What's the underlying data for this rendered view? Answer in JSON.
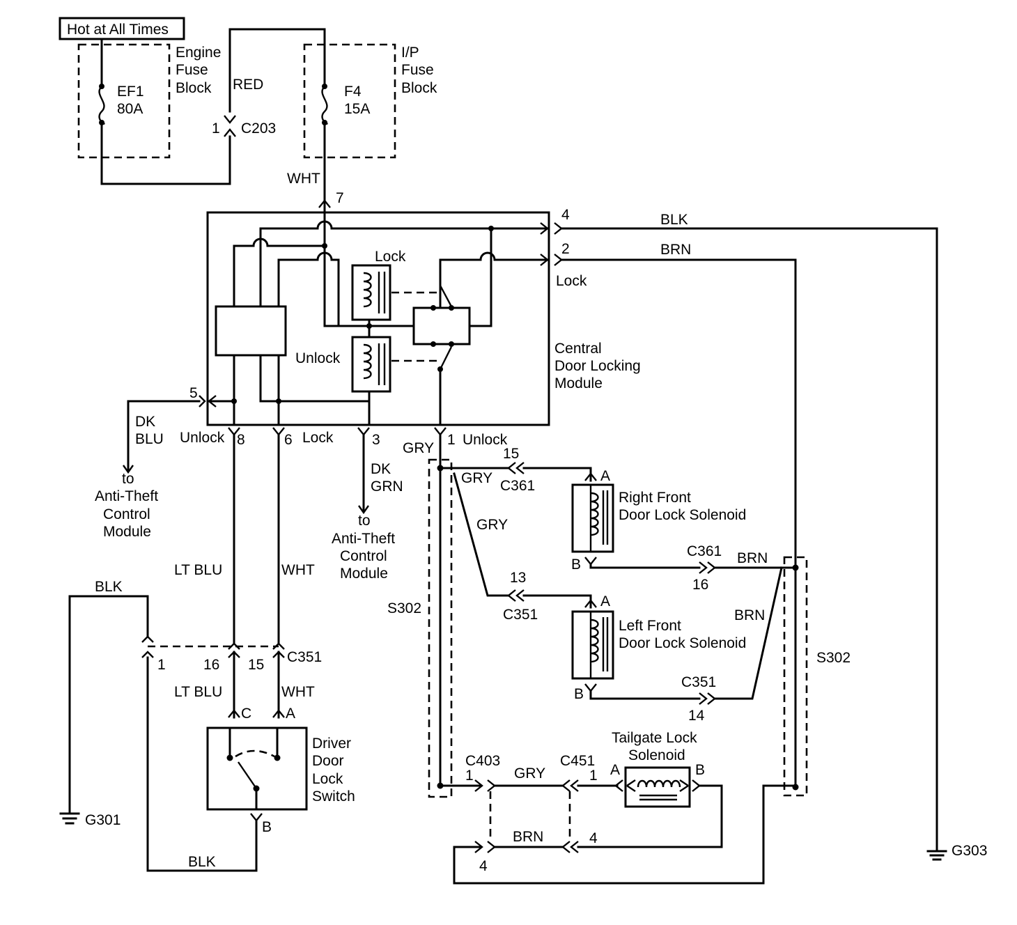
{
  "diagram": {
    "supply_label": "Hot at All Times",
    "engine_fuse_block": {
      "line1": "Engine",
      "line2": "Fuse",
      "line3": "Block",
      "fuse_name": "EF1",
      "fuse_rating": "80A"
    },
    "ip_fuse_block": {
      "line1": "I/P",
      "line2": "Fuse",
      "line3": "Block",
      "fuse_name": "F4",
      "fuse_rating": "15A"
    },
    "c203": {
      "pin": "1",
      "name": "C203"
    },
    "wires": {
      "red": "RED",
      "wht_feed": "WHT",
      "blk_out": "BLK",
      "brn_out": "BRN",
      "dk_blu_1": "DK",
      "dk_blu_2": "BLU",
      "dk_grn_1": "DK",
      "dk_grn_2": "GRN",
      "gry_unlock": "GRY",
      "gry_rf": "GRY",
      "gry_diag": "GRY",
      "lt_blu_top": "LT BLU",
      "wht_mid": "WHT",
      "blk_switch": "BLK",
      "lt_blu_low": "LT BLU",
      "wht_low": "WHT",
      "blk_bottom": "BLK",
      "brn_rf": "BRN",
      "brn_diag": "BRN",
      "gry_tailgate": "GRY",
      "brn_tailgate": "BRN"
    },
    "module": {
      "name_line1": "Central",
      "name_line2": "Door Locking",
      "name_line3": "Module",
      "lock_relay": "Lock",
      "unlock_relay": "Unlock",
      "lock_output": "Lock",
      "pin_7": "7",
      "pin_4": "4",
      "pin_2": "2",
      "pin_5": "5",
      "pin_8": "8",
      "pin_8_label": "Unlock",
      "pin_6": "6",
      "pin_6_label": "Lock",
      "pin_3": "3",
      "pin_1": "1",
      "pin_1_label": "Unlock"
    },
    "anti_theft_left": {
      "line1": "to",
      "line2": "Anti-Theft",
      "line3": "Control",
      "line4": "Module"
    },
    "anti_theft_right": {
      "line1": "to",
      "line2": "Anti-Theft",
      "line3": "Control",
      "line4": "Module"
    },
    "c351_switch": {
      "name": "C351",
      "pin_1": "1",
      "pin_16": "16",
      "pin_15": "15"
    },
    "driver_switch": {
      "line1": "Driver",
      "line2": "Door",
      "line3": "Lock",
      "line4": "Switch",
      "pin_c": "C",
      "pin_a": "A",
      "pin_b": "B"
    },
    "grounds": {
      "g301": "G301",
      "g303": "G303"
    },
    "splices": {
      "s302_left": "S302",
      "s302_right": "S302"
    },
    "right_front_solenoid": {
      "line1": "Right Front",
      "line2": "Door Lock Solenoid",
      "pin_a": "A",
      "pin_b": "B",
      "in_conn": "C361",
      "in_pin": "15",
      "out_conn": "C361",
      "out_pin": "16"
    },
    "left_front_solenoid": {
      "line1": "Left Front",
      "line2": "Door Lock Solenoid",
      "pin_a": "A",
      "pin_b": "B",
      "in_conn": "C351",
      "in_pin": "13",
      "out_conn": "C351",
      "out_pin": "14"
    },
    "tailgate_solenoid": {
      "line1": "Tailgate Lock",
      "line2": "Solenoid",
      "pin_a": "A",
      "pin_b": "B"
    },
    "c403": {
      "name": "C403",
      "pin_1": "1",
      "pin_4": "4"
    },
    "c451": {
      "name": "C451",
      "pin_1": "1",
      "pin_4": "4"
    }
  }
}
